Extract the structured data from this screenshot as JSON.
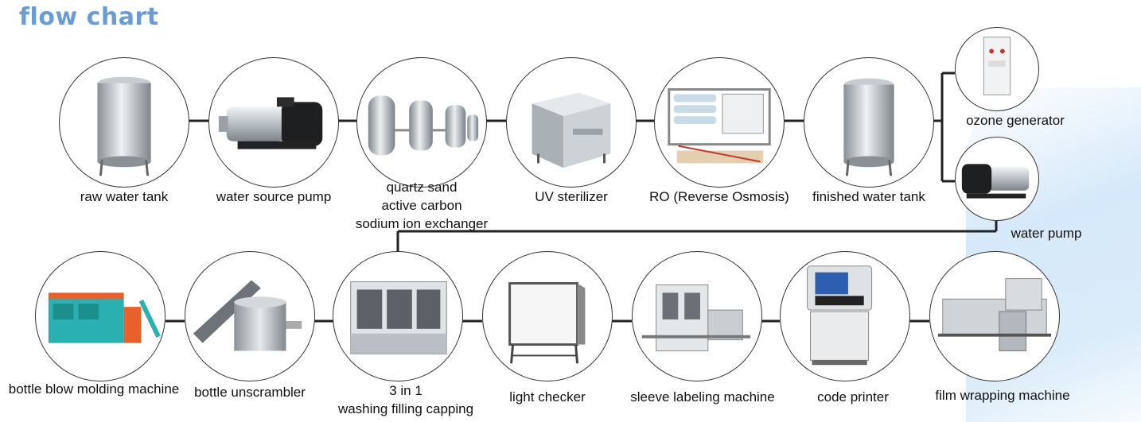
{
  "title": "flow chart",
  "nodes": [
    {
      "id": "raw-water-tank",
      "label": "raw water tank"
    },
    {
      "id": "water-source-pump",
      "label": "water source pump"
    },
    {
      "id": "quartz-sand",
      "label": "quartz sand",
      "label2": "active carbon",
      "label3": "sodium ion exchanger"
    },
    {
      "id": "uv-sterilizer",
      "label": "UV sterilizer"
    },
    {
      "id": "ro",
      "label": "RO (Reverse Osmosis)"
    },
    {
      "id": "finished-water-tank",
      "label": "finished water tank"
    },
    {
      "id": "ozone-generator",
      "label": "ozone generator"
    },
    {
      "id": "water-pump",
      "label": "water pump"
    },
    {
      "id": "bottle-blow-molding",
      "label": "bottle blow molding machine"
    },
    {
      "id": "bottle-unscrambler",
      "label": "bottle unscrambler"
    },
    {
      "id": "three-in-one",
      "label": "3 in 1",
      "label2": "washing filling capping"
    },
    {
      "id": "light-checker",
      "label": "light checker"
    },
    {
      "id": "sleeve-labeling",
      "label": "sleeve labeling machine"
    },
    {
      "id": "code-printer",
      "label": "code printer"
    },
    {
      "id": "film-wrapping",
      "label": "film wrapping machine"
    }
  ],
  "colors": {
    "title": "#6a9bd3",
    "line": "#222222",
    "steel": "#b9bfc4",
    "teal": "#2ab0b0",
    "orange": "#e8612c"
  }
}
